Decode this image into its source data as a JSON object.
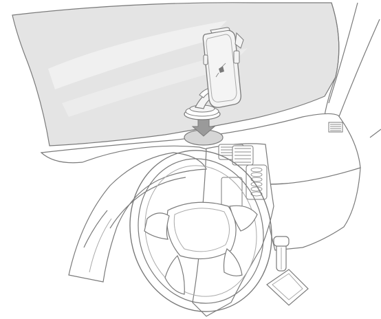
{
  "illustration": {
    "subject": "",
    "colors": {
      "line": "#7a7a7a",
      "line_light": "#a9a9a9",
      "windshield": "#e4e4e4",
      "windshield_highlight": "#f2f2f2",
      "dashboard": "#ffffff",
      "pad": "#d6d6d6",
      "cradle": "#f4f4f4",
      "arrow": "#9a9a9a",
      "vent": "#8a8a8a"
    },
    "icons": [
      "windshield",
      "dashboard",
      "steering-wheel",
      "suction-mount",
      "phone-cradle",
      "down-arrow",
      "adhesive-disk",
      "air-vent",
      "gear-shifter"
    ]
  }
}
